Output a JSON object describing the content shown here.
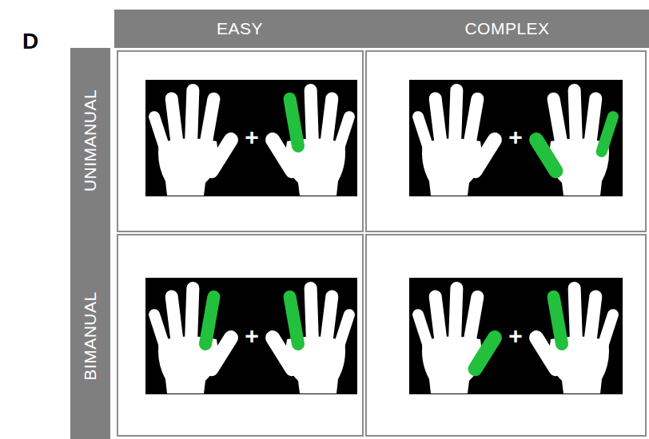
{
  "diagram": {
    "nodes": [
      {
        "text": [
          "EASY"
        ]
      },
      {
        "text": [
          "COMPLEX"
        ]
      },
      {
        "text": [
          "UNIMANUAL"
        ]
      },
      {
        "text": [
          "BIMANUAL"
        ]
      }
    ],
    "labels": [
      "D",
      "+",
      "+",
      "+",
      "+"
    ]
  }
}
